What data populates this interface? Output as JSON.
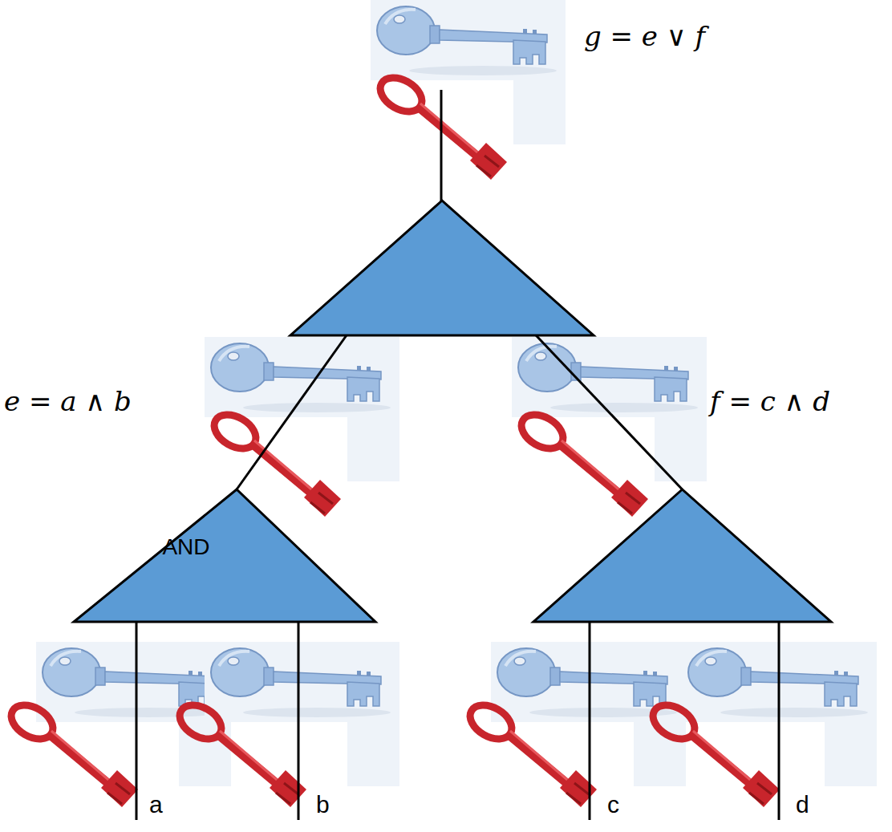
{
  "diagram": {
    "nodes": [
      {
        "text": [
          "g = e ∨ f"
        ]
      },
      {
        "text": [
          "e = a ∧ b",
          "AND"
        ]
      },
      {
        "text": [
          "f = c ∧ d"
        ]
      }
    ],
    "edges": [
      {
        "from": 1,
        "to": 0,
        "arrow": "none"
      },
      {
        "from": 2,
        "to": 0,
        "arrow": "none"
      }
    ],
    "labels": [
      "a",
      "b",
      "c",
      "d"
    ]
  }
}
